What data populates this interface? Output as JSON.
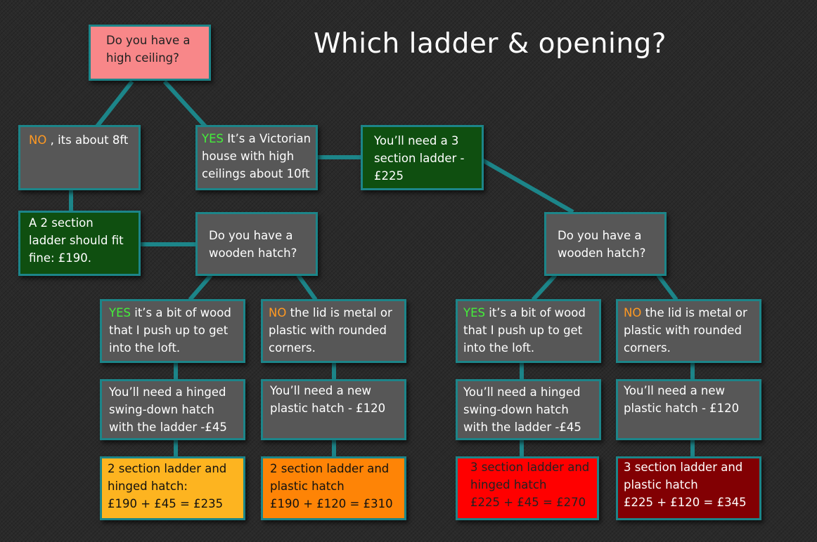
{
  "title": "Which ladder & opening?",
  "nodes": {
    "q_ceiling": {
      "text": "Do you have a high ceiling?"
    },
    "no_ceiling": {
      "tag": "NO",
      "text": " , its about 8ft"
    },
    "yes_ceiling": {
      "tag": "YES",
      "text": "  It’s a Victorian house with high ceilings about 10ft"
    },
    "three_section": {
      "text": "You’ll need a 3 section ladder - £225"
    },
    "two_section": {
      "text": "A 2 section ladder should fit fine: £190."
    },
    "q_hatch_left": {
      "text": "Do you have a wooden hatch?"
    },
    "q_hatch_right": {
      "text": "Do you have a wooden hatch?"
    },
    "yes_wood_left": {
      "tag": "YES",
      "text": " it’s a bit of wood that I push up to get into the loft."
    },
    "no_metal_left": {
      "tag": "NO",
      "text": " the lid is metal or plastic with rounded corners."
    },
    "yes_wood_right": {
      "tag": "YES",
      "text": " it’s a bit of wood that I push up to get into the loft."
    },
    "no_metal_right": {
      "tag": "NO",
      "text": " the lid is metal or plastic with rounded corners."
    },
    "hinged_left": {
      "text": "You’ll need a hinged swing-down hatch with the ladder -£45"
    },
    "plastic_left": {
      "text": "You’ll need a new plastic hatch - £120"
    },
    "hinged_right": {
      "text": "You’ll need a hinged swing-down hatch with the ladder -£45"
    },
    "plastic_right": {
      "text": "You’ll need a new plastic hatch - £120"
    },
    "result_1": {
      "line1": "2 section ladder and hinged hatch:",
      "line2": "£190 + £45 = £235"
    },
    "result_2": {
      "line1": "2 section ladder and plastic hatch",
      "line2": "£190 + £120 = £310"
    },
    "result_3": {
      "line1": "3 section ladder and hinged hatch",
      "line2": "£225 + £45 = £270"
    },
    "result_4": {
      "line1": "3 section ladder and plastic hatch",
      "line2": "£225 + £120 = £345"
    }
  },
  "colors": {
    "background": "#2a2a2a",
    "border": "#1c8589",
    "connector": "#1c8589",
    "node_grey": "#575757",
    "node_pink": "#f88789",
    "node_green": "#0f4f10",
    "result_yellow": "#fdb420",
    "result_orange": "#fe8406",
    "result_red": "#ff0000",
    "result_maroon": "#820003",
    "yes_text": "#44ee3a",
    "no_text": "#ff9922"
  }
}
